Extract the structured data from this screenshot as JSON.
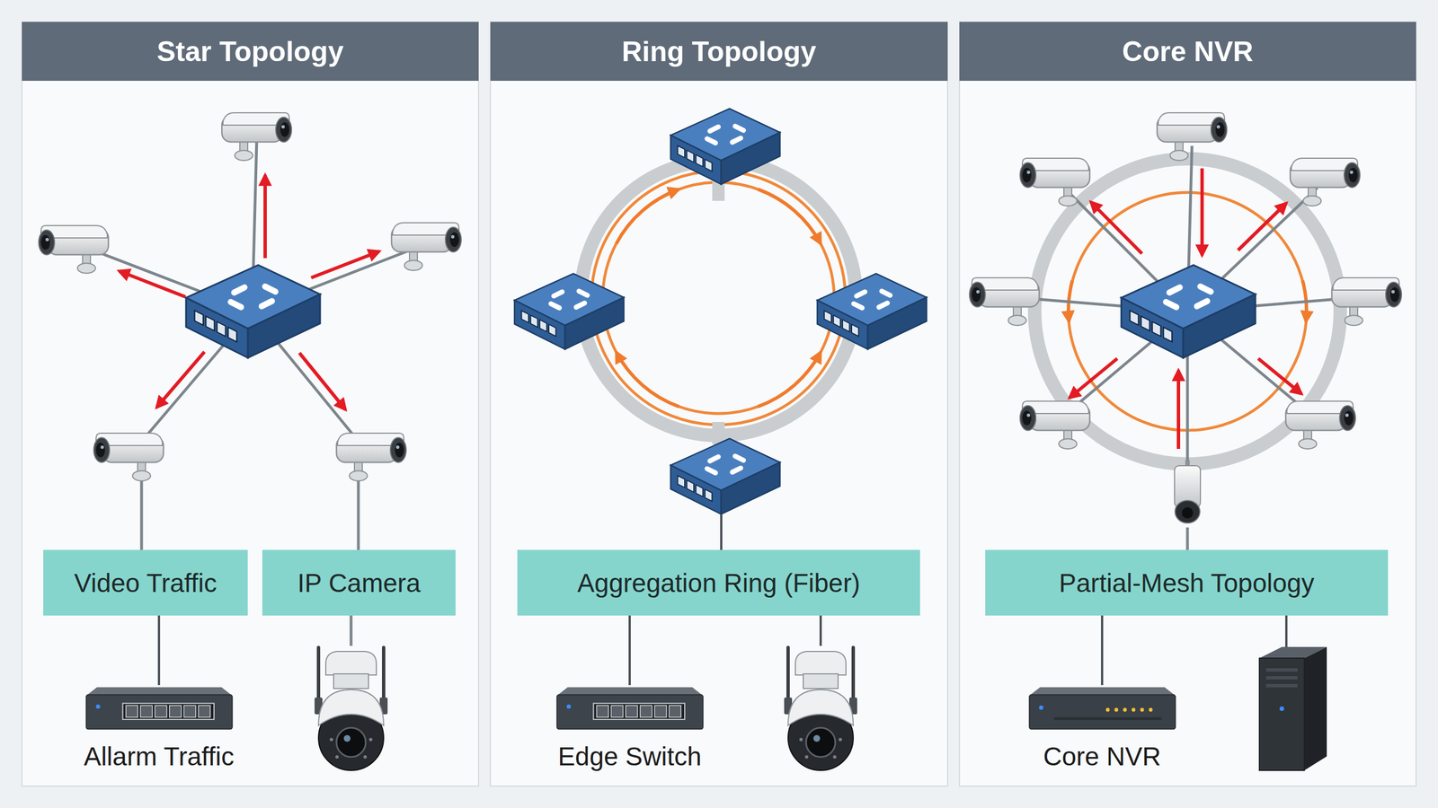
{
  "diagram": {
    "nodes": [
      {
        "text": [
          "Star Topology"
        ]
      },
      {
        "text": [
          "Video Traffic"
        ],
        "in": 0
      },
      {
        "text": [
          "IP Camera"
        ],
        "in": 0
      },
      {
        "text": [
          "Allarm Traffic"
        ],
        "in": 0
      },
      {
        "text": [
          "Ring Topology"
        ]
      },
      {
        "text": [
          "Aggregation Ring (Fiber)"
        ],
        "in": 4
      },
      {
        "text": [
          "Edge Switch"
        ],
        "in": 4
      },
      {
        "text": [
          "Core NVR"
        ]
      },
      {
        "text": [
          "Partial-Mesh Topology"
        ],
        "in": 7
      },
      {
        "text": [
          "Core NVR"
        ],
        "in": 7
      }
    ],
    "edges": [
      {
        "from": 1,
        "to": 3,
        "arrow": "none"
      },
      {
        "from": 5,
        "to": 6,
        "arrow": "none"
      },
      {
        "from": 8,
        "to": 9,
        "arrow": "none"
      }
    ]
  }
}
